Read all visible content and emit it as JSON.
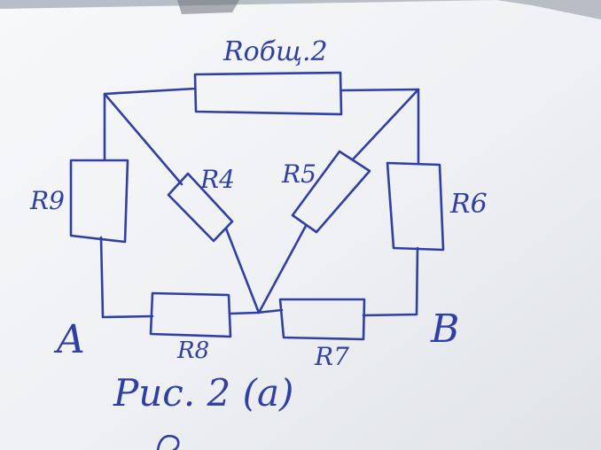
{
  "diagram": {
    "header_label": "Rобщ.2",
    "resistors": {
      "r4": "R4",
      "r5": "R5",
      "r6": "R6",
      "r7": "R7",
      "r8": "R8",
      "r9": "R9"
    },
    "nodes": {
      "a": "A",
      "b": "B"
    },
    "caption": "Рис. 2 (a)"
  },
  "colors": {
    "ink": "#2f3fa6",
    "paper": "#f1f3f6",
    "background": "#c9cdd4"
  }
}
